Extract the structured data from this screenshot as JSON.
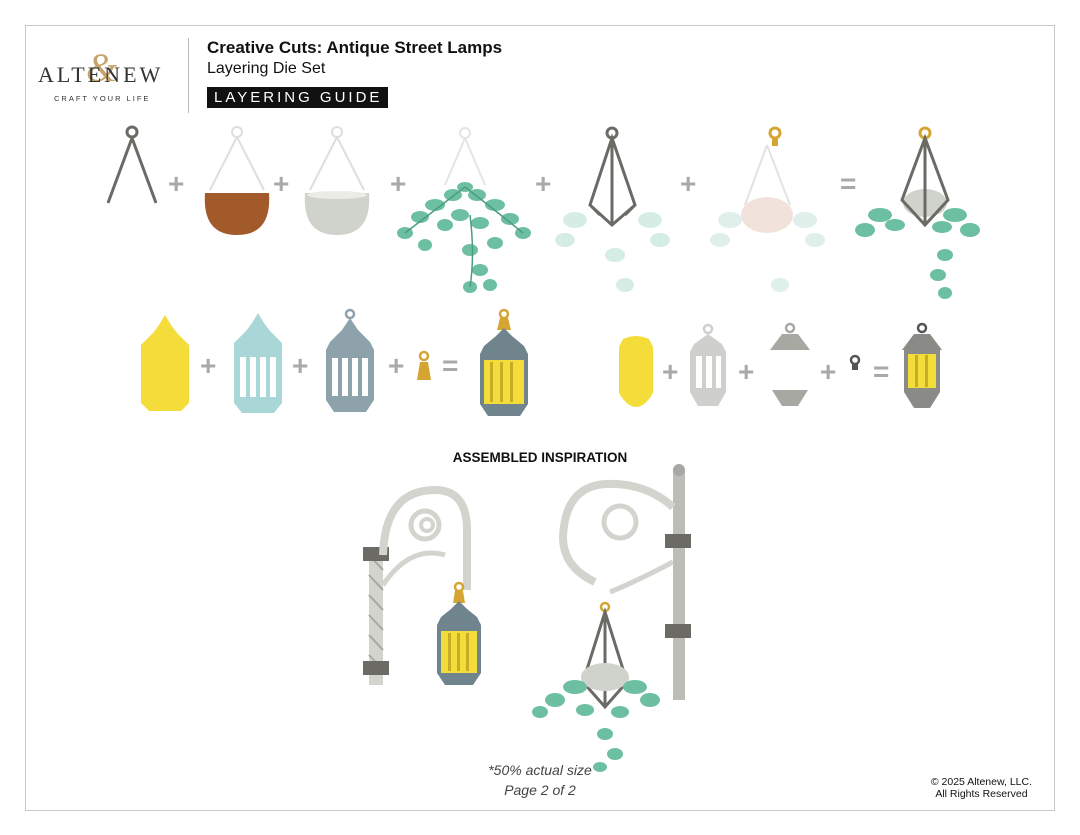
{
  "brand": {
    "logo_text": "ALTENEW",
    "logo_tagline": "CRAFT YOUR LIFE"
  },
  "header": {
    "title": "Creative Cuts: Antique Street Lamps",
    "subtitle": "Layering Die Set",
    "badge": "LAYERING GUIDE"
  },
  "operators": {
    "plus": "+",
    "equals": "="
  },
  "colors": {
    "rust": "#a35a2b",
    "pot_gray": "#d0d2cc",
    "leaf_green": "#6cbfa0",
    "frame_dark": "#6b6a64",
    "lamp_yellow": "#f4dd3a",
    "lamp_ice": "#a9d6d6",
    "lamp_slate": "#8ea2ab",
    "gold": "#d4a533",
    "bracket_gray": "#d4d4cf"
  },
  "section": {
    "assembled_label": "ASSEMBLED INSPIRATION"
  },
  "footer": {
    "scale_note": "*50% actual size",
    "page_note": "Page 2 of 2",
    "copyright": "© 2025 Altenew, LLC.",
    "rights": "All Rights Reserved"
  }
}
